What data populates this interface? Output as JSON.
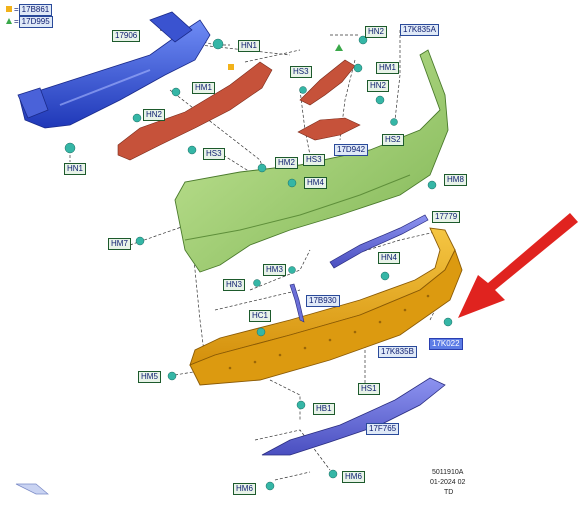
{
  "legend": [
    {
      "code": "17B861",
      "color": "#f2b21a",
      "shape": "square"
    },
    {
      "code": "17D995",
      "color": "#3aa84a",
      "shape": "triangle"
    }
  ],
  "labels": {
    "l17906": "17906",
    "hn1_a": "HN1",
    "hn1_b": "HN1",
    "hn2_a": "HN2",
    "hn2_b": "HN2",
    "hn2_c": "HN2",
    "hs3_a": "HS3",
    "hs3_b": "HS3",
    "hs3_c": "HS3",
    "hm1_a": "HM1",
    "hm1_b": "HM1",
    "l17k835a": "17K835A",
    "hs2": "HS2",
    "l17d942": "17D942",
    "hm2": "HM2",
    "hm4": "HM4",
    "hm8": "HM8",
    "l17779": "17779",
    "hm7": "HM7",
    "hm3": "HM3",
    "hn4": "HN4",
    "hn3": "HN3",
    "l17b930": "17B930",
    "hc1": "HC1",
    "l17k835b": "17K835B",
    "l17k022": "17K022",
    "hm5": "HM5",
    "hs1": "HS1",
    "hb1": "HB1",
    "l17f765": "17F765",
    "hm6_a": "HM6",
    "hm6_b": "HM6"
  },
  "stamp": {
    "line1": "5011910A",
    "line2": "01-2024 02",
    "line3": "TD"
  },
  "colors": {
    "reinforcement": "#3553d6",
    "bumper_cover": "#9ccf6a",
    "lower_panel": "#e8a817",
    "brackets": "#c6523a",
    "diffuser": "#6b6fd8",
    "arrow": "#e0231f",
    "clip": "#35b6a6"
  }
}
